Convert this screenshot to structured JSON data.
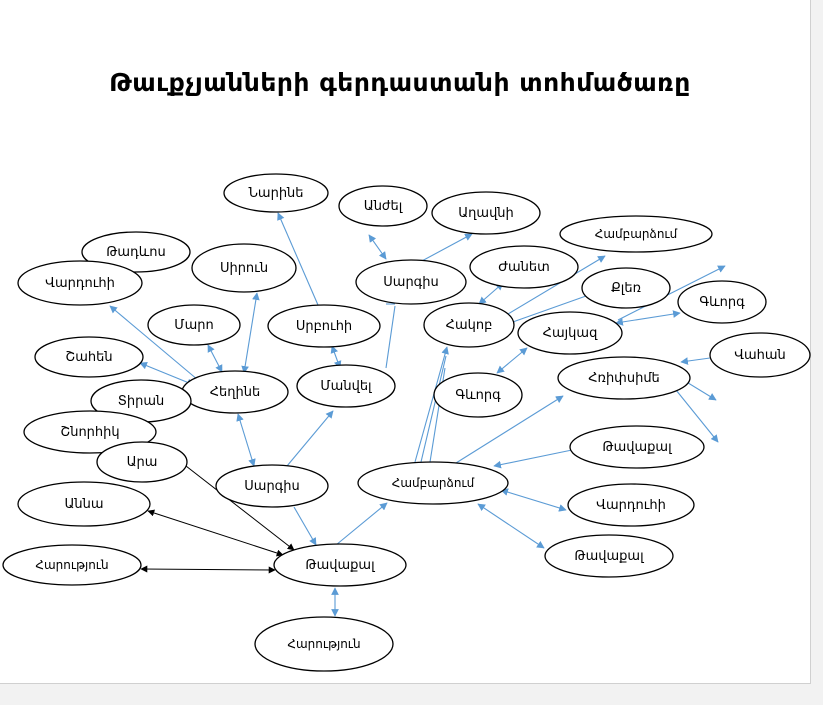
{
  "title": "Թաւքչյանների գերդաստանի տոհմածառը",
  "colors": {
    "blue_line": "#5b9bd5",
    "black_line": "#000000",
    "node_fill": "#ffffff",
    "node_stroke": "#000000"
  },
  "nodes": [
    {
      "id": "n1",
      "label": "Նարինե"
    },
    {
      "id": "n2",
      "label": "Անժել"
    },
    {
      "id": "n3",
      "label": "Աղավնի"
    },
    {
      "id": "n4",
      "label": "Թադևոս"
    },
    {
      "id": "n5",
      "label": "Համբարձում"
    },
    {
      "id": "n6",
      "label": "Սիրուն"
    },
    {
      "id": "n7",
      "label": "Ժանետ"
    },
    {
      "id": "n8",
      "label": "Վարդուհի"
    },
    {
      "id": "n9",
      "label": "Սարգիս"
    },
    {
      "id": "n10",
      "label": "Քլեռ"
    },
    {
      "id": "n11",
      "label": "Գևորգ"
    },
    {
      "id": "n12",
      "label": "Մարո"
    },
    {
      "id": "n13",
      "label": "Սրբուհի"
    },
    {
      "id": "n14",
      "label": "Հակոբ"
    },
    {
      "id": "n15",
      "label": "Հայկազ"
    },
    {
      "id": "n16",
      "label": "Շահեն"
    },
    {
      "id": "n17",
      "label": "Վահան"
    },
    {
      "id": "n18",
      "label": "Մանվել"
    },
    {
      "id": "n19",
      "label": "Հեղինե"
    },
    {
      "id": "n20",
      "label": "Հռիփսիմե"
    },
    {
      "id": "n21",
      "label": "Տիրան"
    },
    {
      "id": "n22",
      "label": "Գևորգ"
    },
    {
      "id": "n23",
      "label": "Շնորհիկ"
    },
    {
      "id": "n24",
      "label": "Թավաքալ"
    },
    {
      "id": "n25",
      "label": "Արա"
    },
    {
      "id": "n26",
      "label": "Համբարձում"
    },
    {
      "id": "n27",
      "label": "Սարգիս"
    },
    {
      "id": "n28",
      "label": "Աննա"
    },
    {
      "id": "n29",
      "label": "Վարդուհի"
    },
    {
      "id": "n30",
      "label": "Թավաքալ"
    },
    {
      "id": "n31",
      "label": "Հարություն"
    },
    {
      "id": "n32",
      "label": "Թավաքալ"
    },
    {
      "id": "n33",
      "label": "Հարություն"
    }
  ]
}
